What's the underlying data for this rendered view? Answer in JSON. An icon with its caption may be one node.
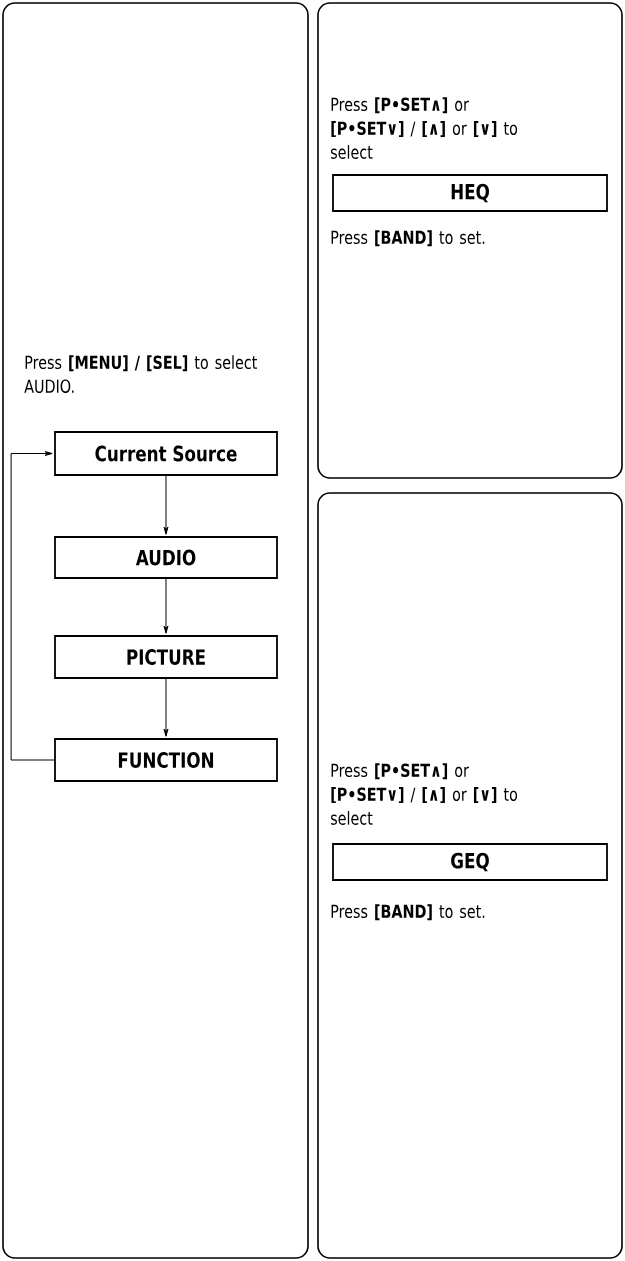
{
  "diagram": {
    "nodes": [
      {
        "text": [
          "Press **[MENU] / [SEL]** to select AUDIO."
        ]
      },
      {
        "text": [
          "Current Source"
        ],
        "in": 0
      },
      {
        "text": [
          "AUDIO"
        ],
        "in": 0
      },
      {
        "text": [
          "PICTURE"
        ],
        "in": 0
      },
      {
        "text": [
          "FUNCTION"
        ],
        "in": 0
      },
      {
        "text": [
          "Press **[P•SET∧]** or **[P•SET∨]** / **[∧]** or **[∨]** to select",
          "Press **[BAND]** to set."
        ]
      },
      {
        "text": [
          "HEQ"
        ],
        "in": 5
      },
      {
        "text": [
          "Press **[P•SET∧]** or **[P•SET∨]** / **[∧]** or **[∨]** to select",
          "Press **[BAND]** to set."
        ]
      },
      {
        "text": [
          "GEQ"
        ],
        "in": 7
      }
    ],
    "edges": [
      {
        "from": 1,
        "to": 2,
        "arrow": "to"
      },
      {
        "from": 2,
        "to": 3,
        "arrow": "to"
      },
      {
        "from": 3,
        "to": 4,
        "arrow": "to"
      },
      {
        "from": 4,
        "to": 1,
        "arrow": "to"
      }
    ]
  }
}
